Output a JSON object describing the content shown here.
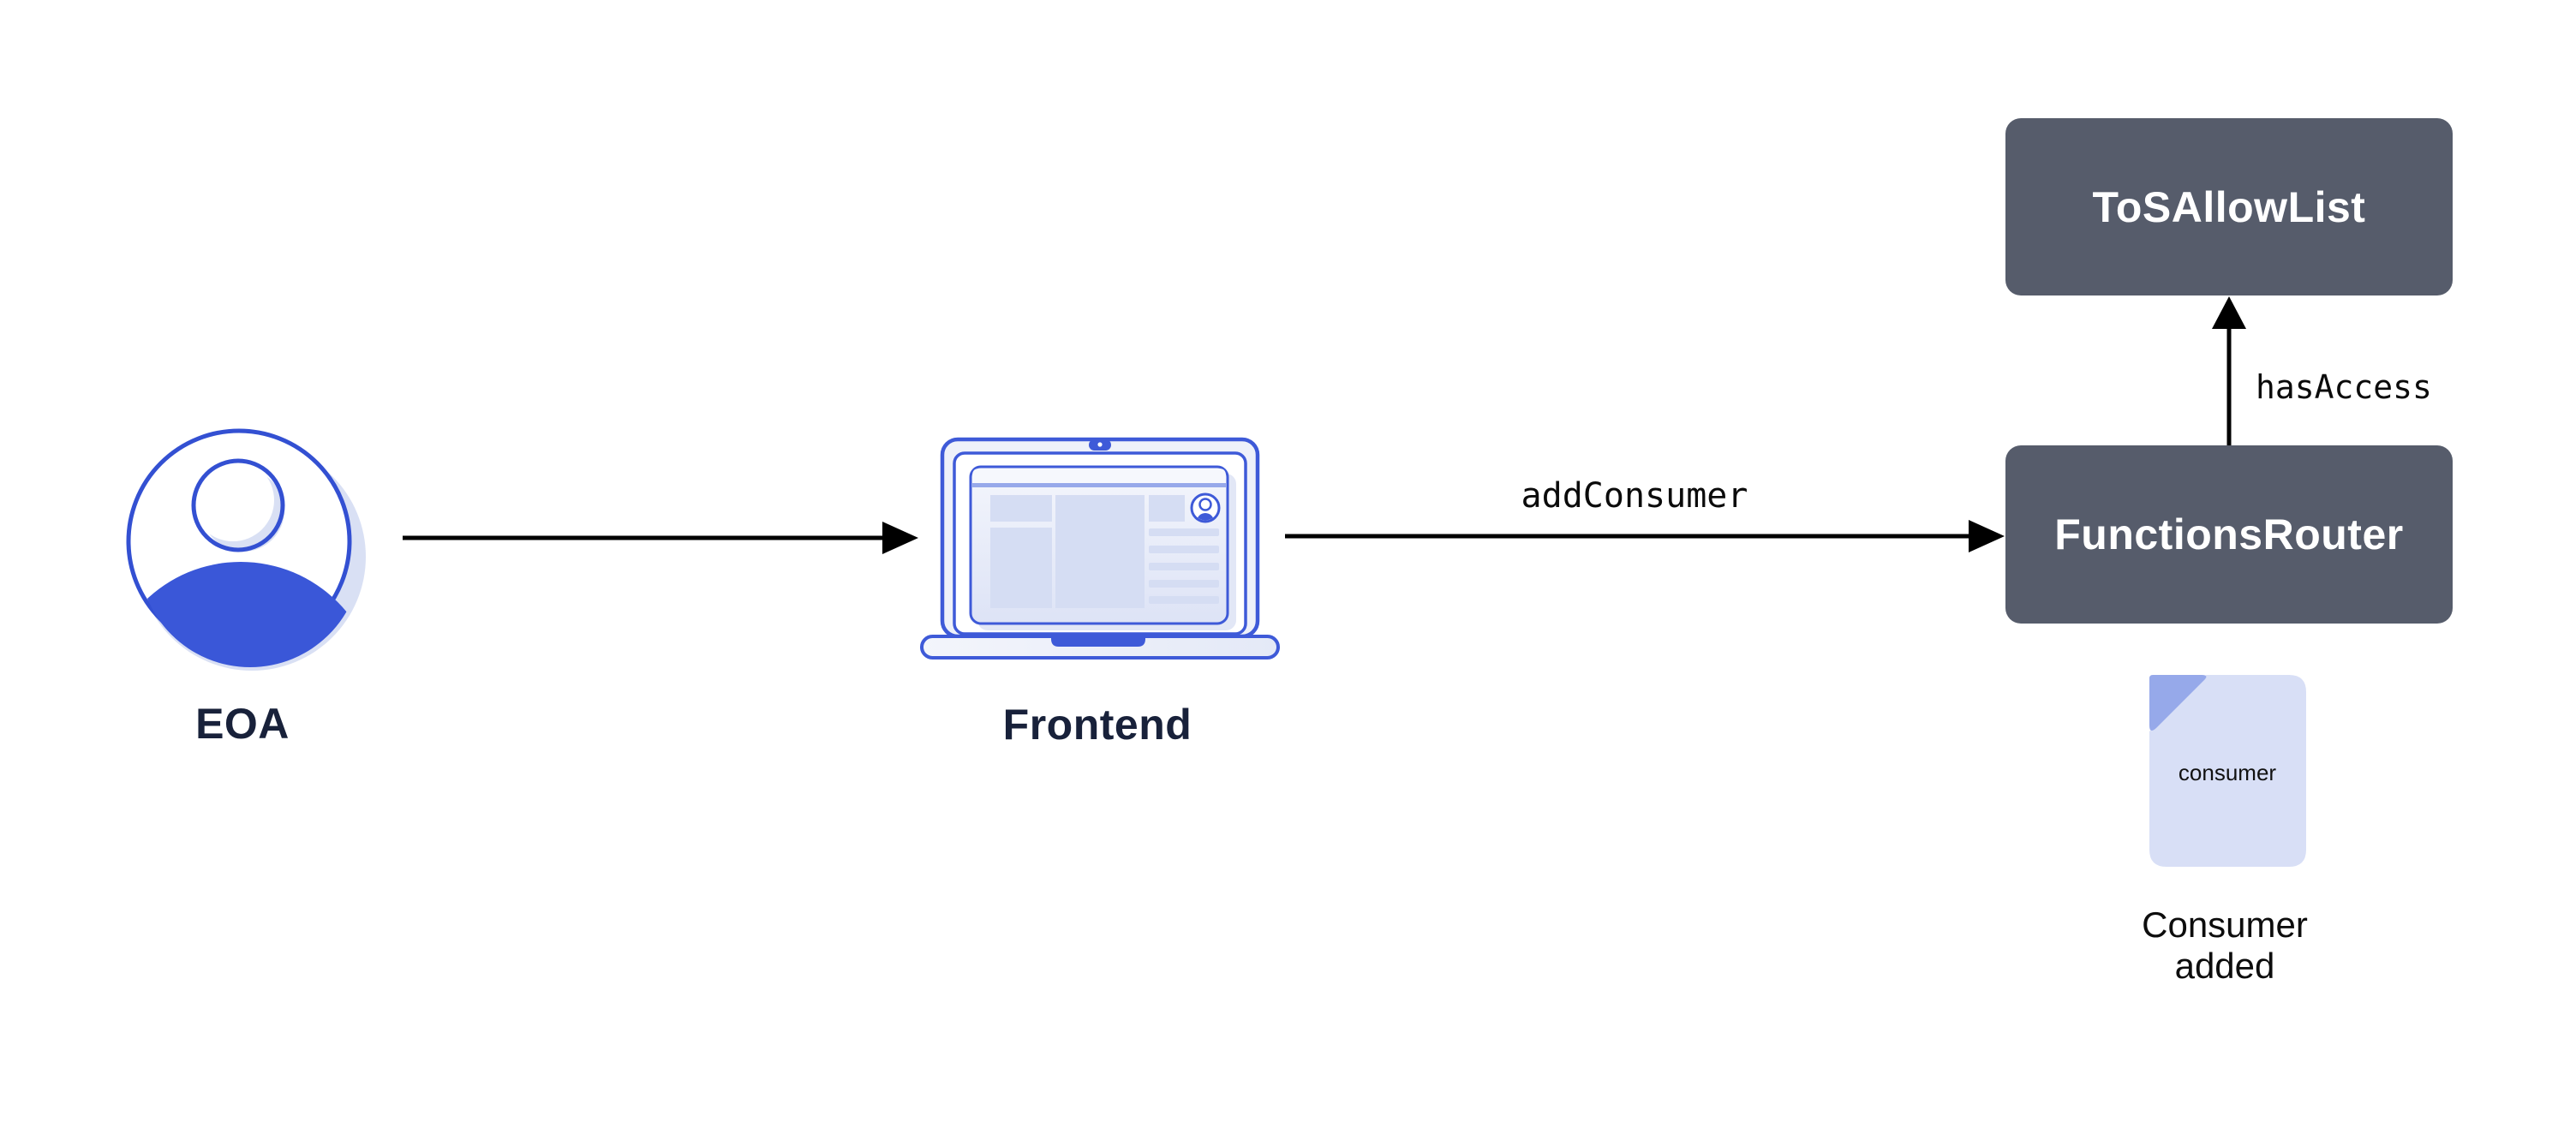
{
  "diagram": {
    "title_hint": "addConsumer flow diagram",
    "nodes": {
      "eoa": {
        "label": "EOA"
      },
      "frontend": {
        "label": "Frontend"
      },
      "functions_router": {
        "label": "FunctionsRouter"
      },
      "tos_allow_list": {
        "label": "ToSAllowList"
      },
      "consumer_doc": {
        "label": "consumer",
        "caption": "Consumer added"
      }
    },
    "edges": {
      "frontend_to_router": {
        "label": "addConsumer"
      },
      "router_to_allowlist": {
        "label": "hasAccess"
      }
    },
    "colors": {
      "background": "#ffffff",
      "contract_box_bg": "#565c6b",
      "contract_box_text": "#ffffff",
      "node_label_text": "#18213a",
      "caption_text": "#0d0d0d",
      "code_text": "#0b0b0b",
      "arrow": "#000000",
      "icon_stroke_blue": "#3350d2",
      "laptop_stroke_blue": "#3e5ad8",
      "icon_fill_blue": "#3a57d8",
      "icon_shadow_lavender": "#d9e0f4",
      "screen_block_lavender": "#d5ddf3",
      "doc_fill": "#d8dff6",
      "doc_fold": "#96a9ea"
    }
  }
}
